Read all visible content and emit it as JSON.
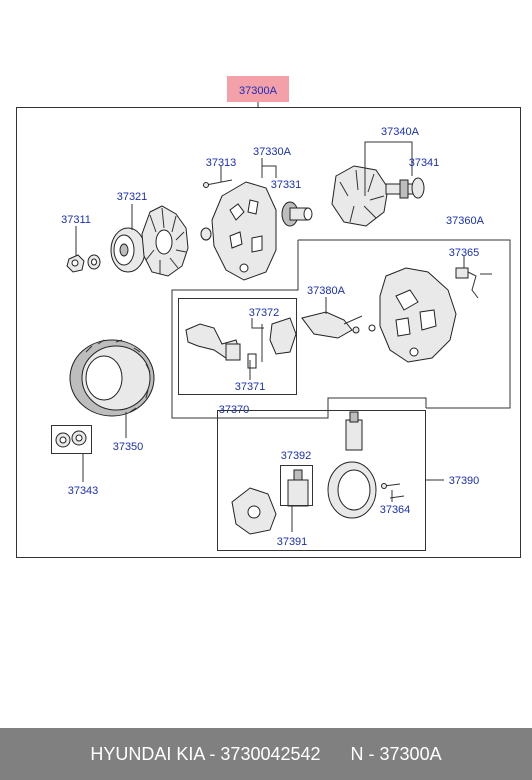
{
  "assembly": {
    "number": "37300A",
    "highlight_color": "#f4a0a8"
  },
  "labels": {
    "l37313": "37313",
    "l37330A": "37330A",
    "l37331": "37331",
    "l37340A": "37340A",
    "l37341": "37341",
    "l37321": "37321",
    "l37311": "37311",
    "l37360A": "37360A",
    "l37365": "37365",
    "l37380A": "37380A",
    "l37372": "37372",
    "l37371": "37371",
    "l37370": "37370",
    "l37350": "37350",
    "l37343": "37343",
    "l37392": "37392",
    "l37390": "37390",
    "l37364": "37364",
    "l37391": "37391"
  },
  "label_color": "#1a2fb8",
  "footer": {
    "text": "HYUNDAI KIA - 3730042542      N - 37300A",
    "background": "#808080"
  }
}
